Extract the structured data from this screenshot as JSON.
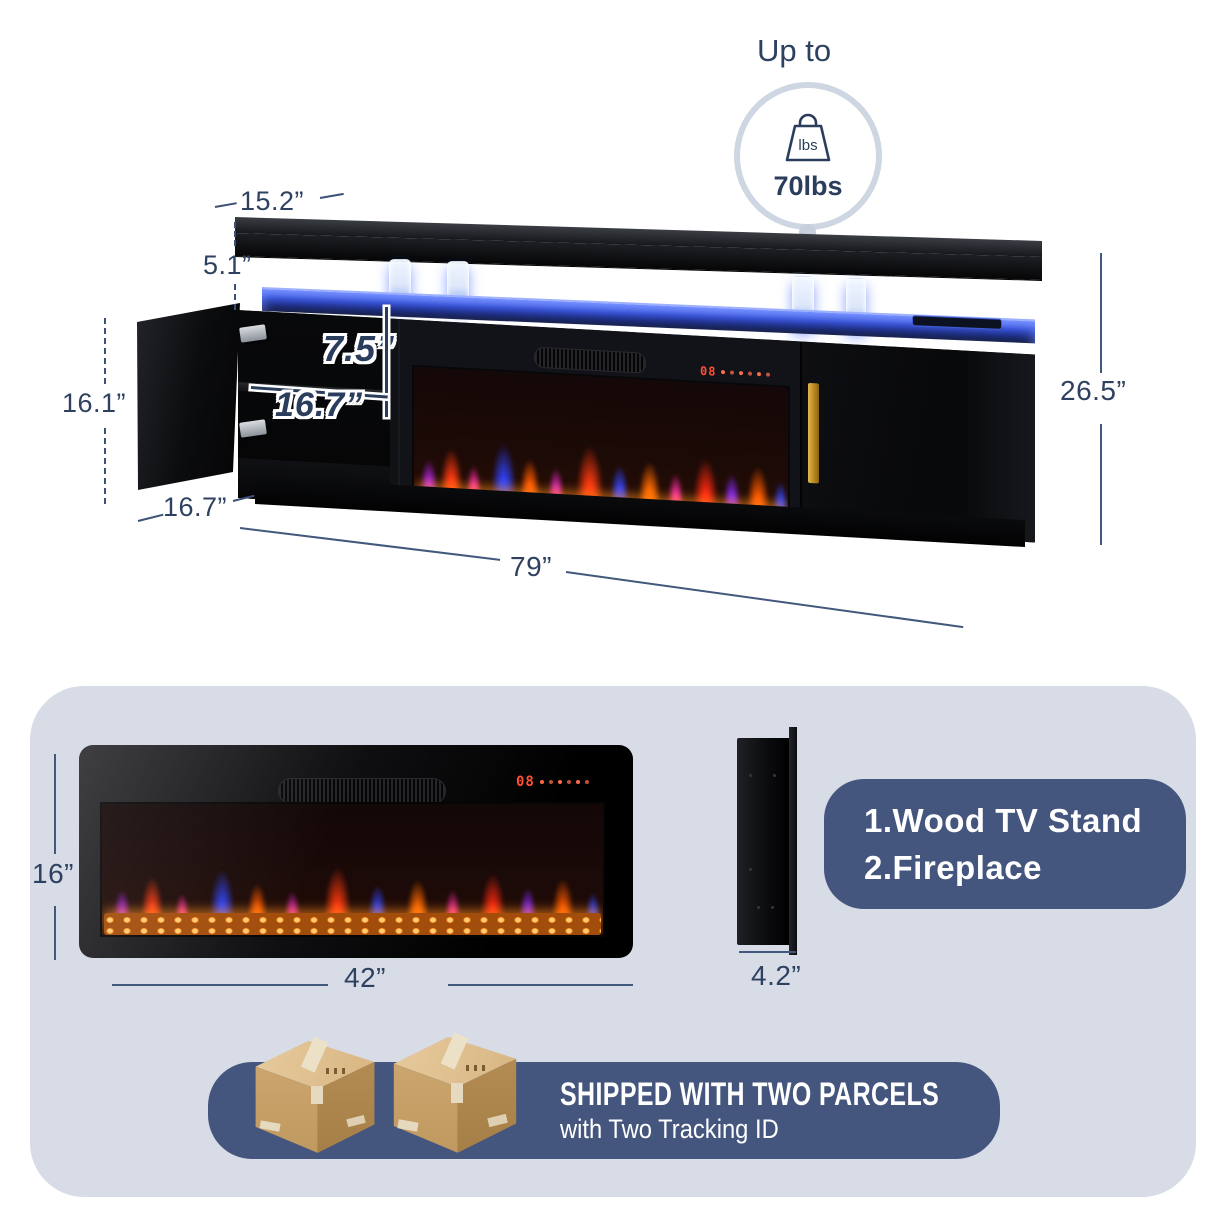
{
  "weight_badge": {
    "label": "Up to",
    "unit": "lbs",
    "value": "70lbs"
  },
  "stand_dimensions": {
    "top_shelf_depth": "15.2”",
    "shelf_gap": "5.1”",
    "cubby_height": "7.5”",
    "cubby_width": "16.7”",
    "door_height": "16.1”",
    "stand_depth": "16.7”",
    "stand_width": "79”",
    "stand_height": "26.5”"
  },
  "fireplace": {
    "controls_display": "08"
  },
  "insert_panel": {
    "front_height": "16”",
    "front_width": "42”",
    "side_depth": "4.2”",
    "includes": [
      "1.Wood TV Stand",
      "2.Fireplace"
    ]
  },
  "shipping": {
    "title": "SHIPPED WITH TWO PARCELS",
    "subtitle": "with Two Tracking ID"
  },
  "colors": {
    "label_navy": "#2e4160",
    "line_slate": "#43587d",
    "panel_bg": "#d7dce6",
    "pill_bg": "#44567d",
    "led_blue": "#2b4fe0",
    "handle_gold": "#c9992e",
    "ember_orange": "#ff9d2f",
    "display_red": "#ff4f33",
    "text_white": "#ffffff"
  }
}
